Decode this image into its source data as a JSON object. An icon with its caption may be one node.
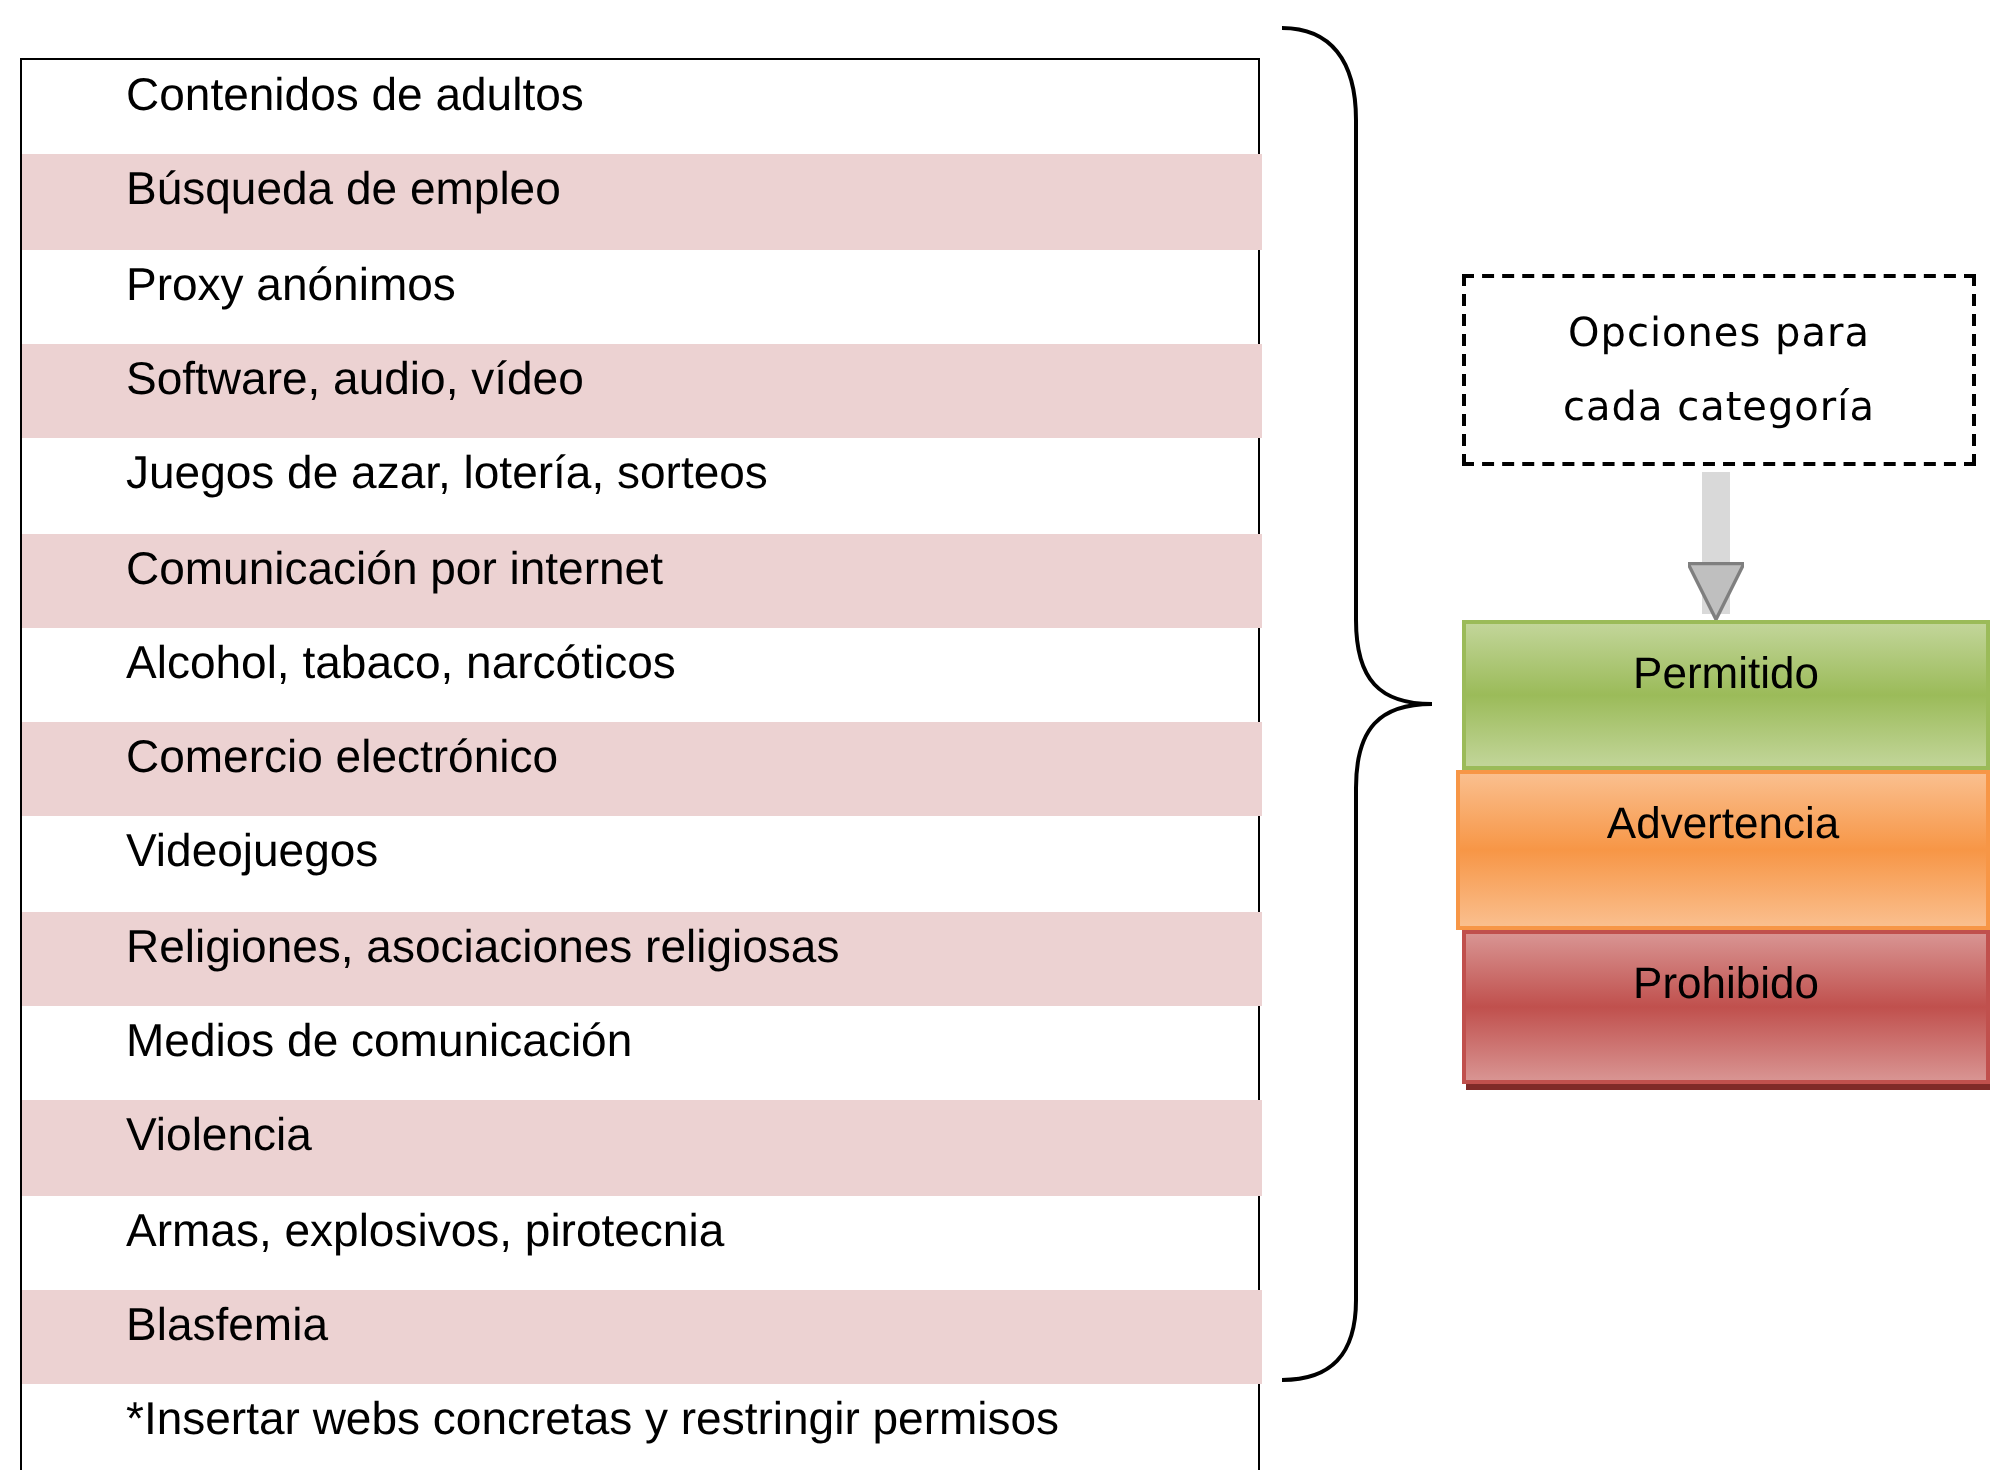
{
  "diagram": {
    "nodes": [
      {
        "text": [],
        "shape": "box"
      },
      {
        "text": [
          "Contenidos de adultos"
        ],
        "in": 0
      },
      {
        "text": [
          "Búsqueda de empleo"
        ],
        "in": 0
      },
      {
        "text": [
          "Proxy anónimos"
        ],
        "in": 0
      },
      {
        "text": [
          "Software, audio, vídeo"
        ],
        "in": 0
      },
      {
        "text": [
          "Juegos de azar, lotería, sorteos"
        ],
        "in": 0
      },
      {
        "text": [
          "Comunicación por internet"
        ],
        "in": 0
      },
      {
        "text": [
          "Alcohol, tabaco, narcóticos"
        ],
        "in": 0
      },
      {
        "text": [
          "Comercio electrónico"
        ],
        "in": 0
      },
      {
        "text": [
          "Videojuegos"
        ],
        "in": 0
      },
      {
        "text": [
          "Religiones, asociaciones religiosas"
        ],
        "in": 0
      },
      {
        "text": [
          "Medios de comunicación"
        ],
        "in": 0
      },
      {
        "text": [
          "Violencia"
        ],
        "in": 0
      },
      {
        "text": [
          "Armas, explosivos, pirotecnia"
        ],
        "in": 0
      },
      {
        "text": [
          "Blasfemia"
        ],
        "in": 0
      },
      {
        "text": [
          "*Insertar webs concretas y restringir permisos"
        ],
        "in": 0
      },
      {
        "text": [
          "Opciones para cada categoría"
        ]
      },
      {
        "text": [
          "Permitido"
        ]
      },
      {
        "text": [
          "Advertencia"
        ]
      },
      {
        "text": [
          "Prohibido"
        ]
      }
    ],
    "edges": [
      {
        "from": 16,
        "to": 17,
        "arrow": "to"
      }
    ]
  }
}
